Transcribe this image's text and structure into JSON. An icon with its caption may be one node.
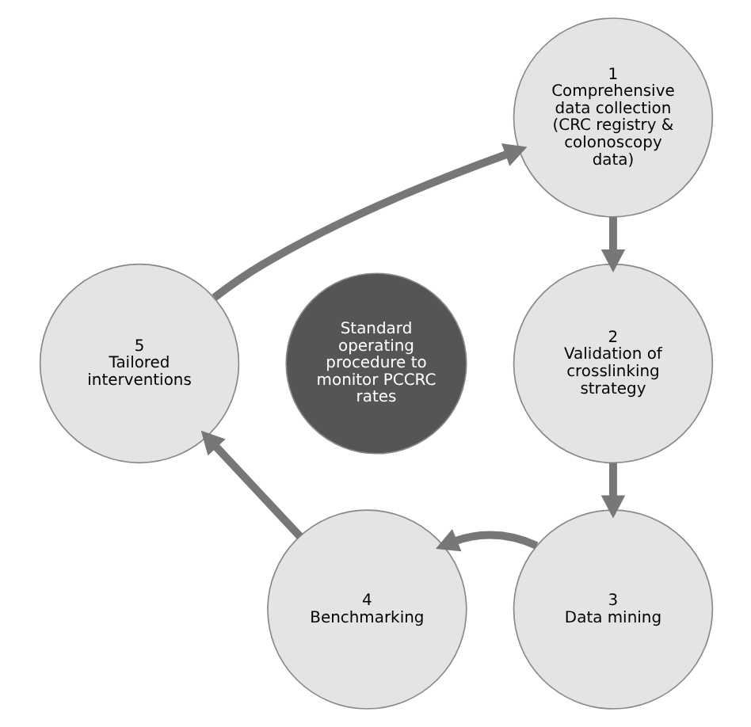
{
  "diagram": {
    "nodes": [
      {
        "text": [
          "Standard operating procedure to monitor PCCRC rates"
        ]
      },
      {
        "text": [
          "1",
          "Comprehensive data collection",
          "(CRC registry & colonoscopy data)"
        ]
      },
      {
        "text": [
          "2",
          "Validation of crosslinking strategy"
        ]
      },
      {
        "text": [
          "3",
          "Data mining"
        ]
      },
      {
        "text": [
          "4",
          "Benchmarking"
        ]
      },
      {
        "text": [
          "5",
          "Tailored interventions"
        ]
      }
    ],
    "edges": [
      {
        "from": 1,
        "to": 2,
        "arrow": "to"
      },
      {
        "from": 2,
        "to": 3,
        "arrow": "to"
      },
      {
        "from": 3,
        "to": 4,
        "arrow": "to"
      },
      {
        "from": 4,
        "to": 5,
        "arrow": "to"
      },
      {
        "from": 5,
        "to": 1,
        "arrow": "to"
      }
    ]
  }
}
